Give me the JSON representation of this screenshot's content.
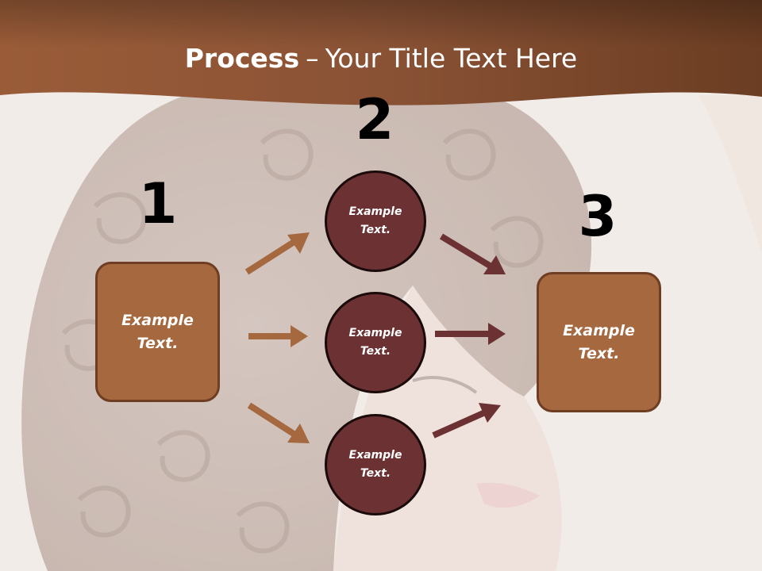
{
  "slide": {
    "title_bold": "Process",
    "title_separator": "–",
    "title_rest": "Your Title Text Here"
  },
  "steps": {
    "step1_number": "1",
    "step2_number": "2",
    "step3_number": "3"
  },
  "boxes": {
    "left_text_line1": "Example",
    "left_text_line2": "Text.",
    "right_text_line1": "Example",
    "right_text_line2": "Text."
  },
  "circles": [
    {
      "line1": "Example",
      "line2": "Text."
    },
    {
      "line1": "Example",
      "line2": "Text."
    },
    {
      "line1": "Example",
      "line2": "Text."
    }
  ],
  "colors": {
    "header_brown": "#8d5535",
    "box_fill": "#a5683f",
    "circle_fill": "#6b3133",
    "arrow_left": "#a5683f",
    "arrow_right": "#6b3133"
  }
}
